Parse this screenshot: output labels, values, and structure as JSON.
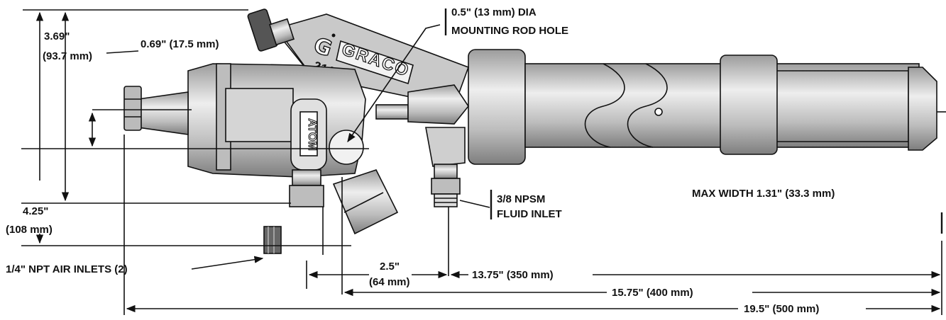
{
  "diagram": {
    "colors": {
      "ink": "#111111",
      "part_fill": "#d8d8d8",
      "part_dark": "#9a9a9a",
      "background": "#ffffff"
    },
    "body_marking": {
      "brand": "GRACO",
      "part_number": "214-918",
      "valve_marking": "ATOM"
    },
    "labels": {
      "mounting_hole_line1": "0.5\" (13 mm) DIA",
      "mounting_hole_line2": "MOUNTING ROD HOLE",
      "fluid_inlet_line1": "3/8 NPSM",
      "fluid_inlet_line2": "FLUID INLET",
      "air_inlets": "1/4\" NPT AIR INLETS (2)",
      "max_width": "MAX WIDTH 1.31\" (33.3 mm)",
      "dim_height_a_in": "3.69\"",
      "dim_height_a_mm": "(93.7 mm)",
      "dim_offset": "0.69\" (17.5 mm)",
      "dim_height_b_in": "4.25\"",
      "dim_height_b_mm": "(108 mm)",
      "dim_2_5_in": "2.5\"",
      "dim_2_5_mm": "(64 mm)",
      "dim_13_75": "13.75\" (350 mm)",
      "dim_15_75": "15.75\" (400 mm)",
      "dim_19_5": "19.5\" (500 mm)"
    }
  }
}
